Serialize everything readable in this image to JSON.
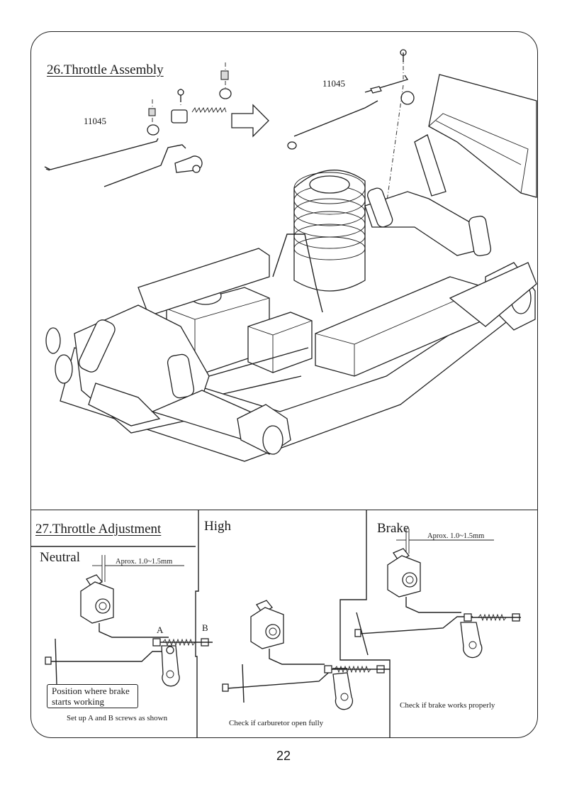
{
  "section26": {
    "title": "26.Throttle Assembly",
    "part_left": "11045",
    "part_right": "11045"
  },
  "section27": {
    "title": "27.Throttle Adjustment",
    "neutral": {
      "label": "Neutral",
      "gap": "Aprox. 1.0~1.5mm",
      "screw_a": "A",
      "screw_b": "B",
      "callout_line1": "Position where brake",
      "callout_line2": "starts working",
      "caption": "Set up A and B screws as shown"
    },
    "high": {
      "label": "High",
      "caption": "Check if carburetor open fully"
    },
    "brake": {
      "label": "Brake",
      "gap": "Aprox. 1.0~1.5mm",
      "caption": "Check if brake works properly"
    }
  },
  "page_number": "22"
}
